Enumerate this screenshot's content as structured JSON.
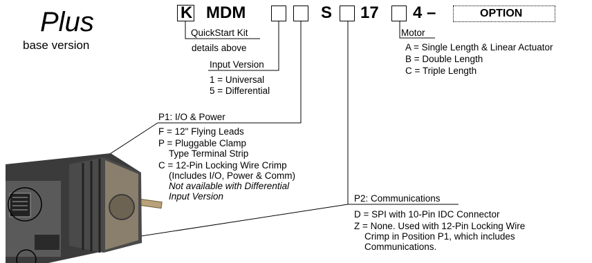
{
  "header": {
    "title": "Plus",
    "subtitle": "base version"
  },
  "part_number": {
    "kit_letter": "K",
    "prefix": "MDM",
    "s": "S",
    "size": "17",
    "dash_4": "4 –",
    "option": "OPTION"
  },
  "callouts": {
    "quickstart": {
      "label": "QuickStart Kit",
      "line1": "details above"
    },
    "input": {
      "label": "Input Version",
      "opt1": "1 = Universal",
      "opt2": "5 = Differential"
    },
    "motor": {
      "label": "Motor",
      "opt1": "A = Single Length & Linear Actuator",
      "opt2": "B = Double Length",
      "opt3": "C = Triple Length"
    },
    "p1": {
      "label": "P1: I/O & Power",
      "opt1": "F = 12\" Flying Leads",
      "opt2a": "P = Pluggable Clamp",
      "opt2b": "Type Terminal Strip",
      "opt3a": "C = 12-Pin Locking Wire Crimp",
      "opt3b": "(Includes I/O, Power & Comm)",
      "note1": "Not available with Differential",
      "note2": "Input Version"
    },
    "p2": {
      "label": "P2: Communications",
      "opt1": "D = SPI with 10-Pin IDC Connector",
      "opt2a": "Z = None. Used with 12-Pin Locking Wire",
      "opt2b": "Crimp in Position P1, which includes",
      "opt2c": "Communications."
    }
  },
  "colors": {
    "line": "#000000",
    "motor_body": "#3a3a3a",
    "motor_face": "#8a7f6c",
    "shaft": "#b9a27a"
  }
}
